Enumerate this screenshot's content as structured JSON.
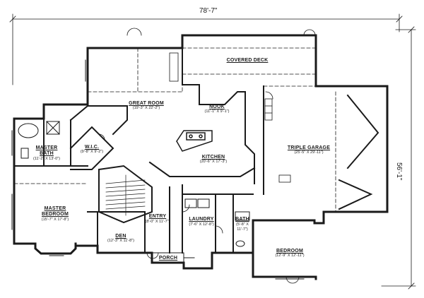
{
  "plan": {
    "overall_width": "78'-7\"",
    "overall_depth": "56'-1\"",
    "rooms": [
      {
        "id": "great-room",
        "name": "GREAT ROOM",
        "size": "(19'-3\" X 22'-2\")"
      },
      {
        "id": "covered-deck",
        "name": "COVERED DECK",
        "size": ""
      },
      {
        "id": "nook",
        "name": "NOOK",
        "size": "(11'-1\" X 9'-1\")"
      },
      {
        "id": "kitchen",
        "name": "KITCHEN",
        "size": "(20'-6\" X 17'-3\")"
      },
      {
        "id": "triple-garage",
        "name": "TRIPLE GARAGE",
        "size": "(25'-5\" X 29'-11\")"
      },
      {
        "id": "master-bath",
        "name": "MASTER BATH",
        "size": "(11'-2\" X 13'-0\")"
      },
      {
        "id": "wic",
        "name": "W.I.C.",
        "size": "(9'-8\" X 9'-2\")"
      },
      {
        "id": "master-bedroom",
        "name": "MASTER BEDROOM",
        "size": "(15'-7\" X 17'-8\")"
      },
      {
        "id": "entry",
        "name": "ENTRY",
        "size": "(8'-0\" X 11'-7\")"
      },
      {
        "id": "den",
        "name": "DEN",
        "size": "(12'-3\" X 11'-8\")"
      },
      {
        "id": "laundry",
        "name": "LAUNDRY",
        "size": "(7'-6\" X 12'-8\")"
      },
      {
        "id": "bath",
        "name": "BATH",
        "size": "(5'-8\" X 11'-7\")"
      },
      {
        "id": "bedroom",
        "name": "BEDROOM",
        "size": "(12'-9\" X 12'-11\")"
      },
      {
        "id": "porch",
        "name": "PORCH",
        "size": ""
      }
    ]
  }
}
